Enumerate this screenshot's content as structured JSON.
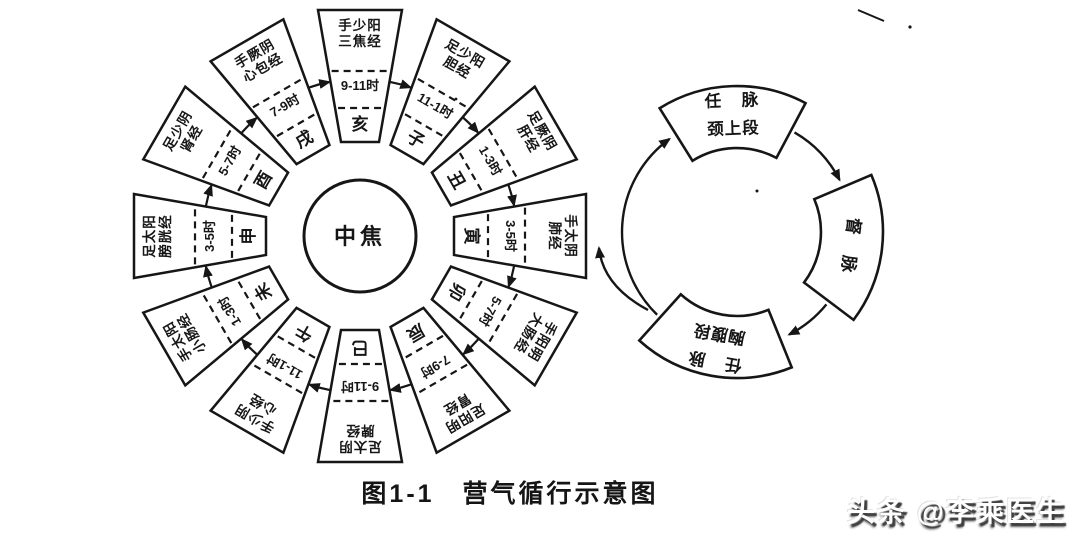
{
  "figure": {
    "caption": "图1-1　营气循行示意图",
    "watermark": "头条 @李乘医生"
  },
  "colors": {
    "ink": "#161616",
    "paper": "#ffffff"
  },
  "wheel": {
    "center_label": "中焦",
    "flow_direction": "clockwise",
    "meridians": [
      {
        "name_line1": "手少阳",
        "name_line2": "三焦经",
        "time": "9-11时",
        "branch": "亥"
      },
      {
        "name_line1": "足少阳",
        "name_line2": "胆经",
        "time": "11-1时",
        "branch": "子"
      },
      {
        "name_line1": "足厥阴",
        "name_line2": "肝经",
        "time": "1-3时",
        "branch": "丑"
      },
      {
        "name_line1": "手太阴",
        "name_line2": "肺经",
        "time": "3-5时",
        "branch": "寅"
      },
      {
        "name_line1": "手阳明",
        "name_line2": "大肠经",
        "time": "5-7时",
        "branch": "卯"
      },
      {
        "name_line1": "足阳明",
        "name_line2": "胃经",
        "time": "7-9时",
        "branch": "辰"
      },
      {
        "name_line1": "足太阴",
        "name_line2": "脾经",
        "time": "9-11时",
        "branch": "巳"
      },
      {
        "name_line1": "手少阴",
        "name_line2": "心经",
        "time": "11-1时",
        "branch": "午"
      },
      {
        "name_line1": "手太阳",
        "name_line2": "小肠经",
        "time": "1-3时",
        "branch": "未"
      },
      {
        "name_line1": "足太阳",
        "name_line2": "膀胱经",
        "time": "3-5时",
        "branch": "申"
      },
      {
        "name_line1": "足少阴",
        "name_line2": "肾经",
        "time": "5-7时",
        "branch": "酉"
      },
      {
        "name_line1": "手厥阴",
        "name_line2": "心包经",
        "time": "7-9时",
        "branch": "戌"
      }
    ]
  },
  "ren_du_circle": {
    "boxes": [
      {
        "line1": "任　脉",
        "line2": "颈上段"
      },
      {
        "line1": "督　脉",
        "line2": ""
      },
      {
        "line1": "任　脉",
        "line2": "胸腹段"
      }
    ]
  }
}
